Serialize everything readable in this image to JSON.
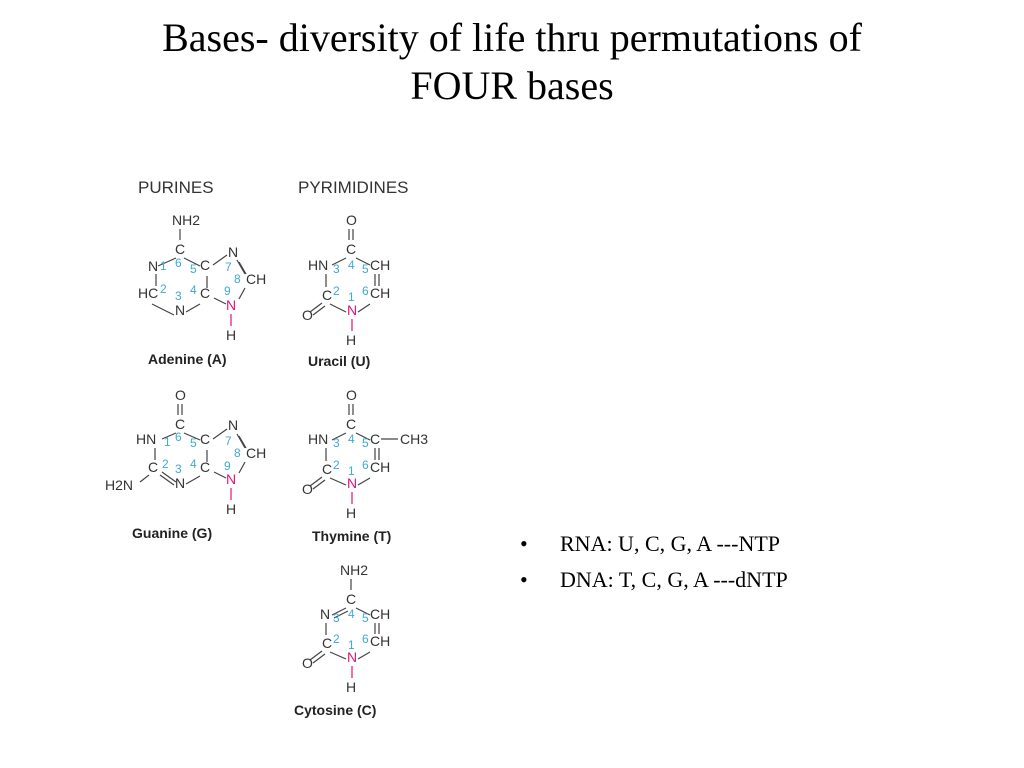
{
  "slide": {
    "title_line1": "Bases- diversity of life thru permutations of",
    "title_line2": "FOUR bases"
  },
  "figure": {
    "purines_header": "PURINES",
    "pyrimidines_header": "PYRIMIDINES",
    "molecules": [
      {
        "name": "Adenine (A)"
      },
      {
        "name": "Guanine (G)"
      },
      {
        "name": "Uracil (U)"
      },
      {
        "name": "Thymine (T)"
      },
      {
        "name": "Cytosine (C)"
      }
    ],
    "atoms": {
      "C": "C",
      "N": "N",
      "O": "O",
      "H": "H",
      "NH2": "NH2",
      "H2N": "H2N",
      "HN": "HN",
      "HC": "HC",
      "CH": "CH",
      "CH3": "CH3"
    },
    "ring_numbers": [
      "1",
      "2",
      "3",
      "4",
      "5",
      "6",
      "7",
      "8",
      "9"
    ],
    "colors": {
      "ring_number": "#3fa9d6",
      "glycosidic_N": "#e0157a",
      "text": "#333333"
    }
  },
  "bullets": [
    {
      "marker": "•",
      "text": "RNA:  U, C, G, A ---NTP"
    },
    {
      "marker": "•",
      "text": "DNA:  T, C, G, A ---dNTP"
    }
  ]
}
